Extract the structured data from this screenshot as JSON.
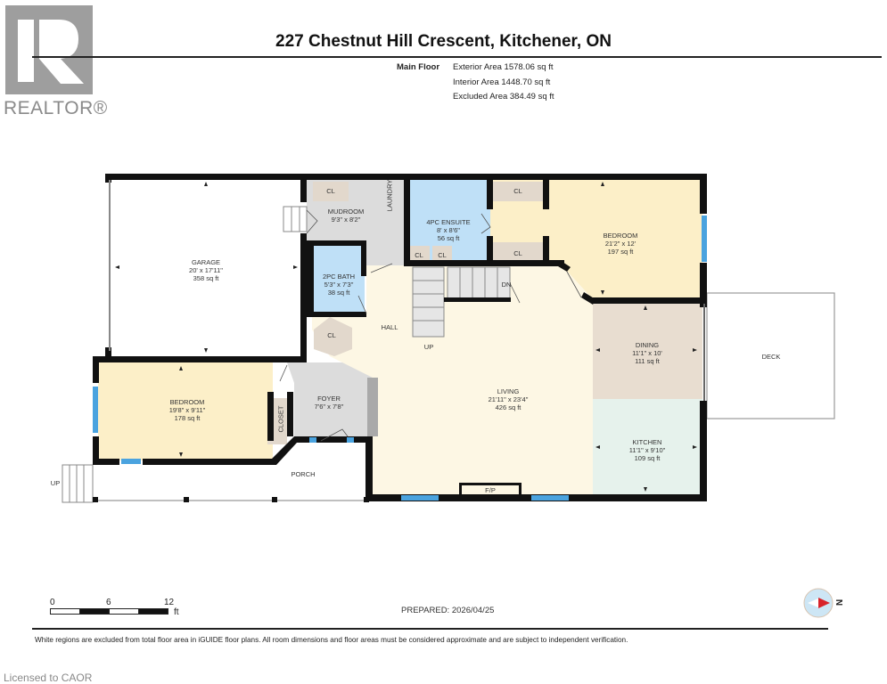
{
  "header": {
    "logo_text": "REALTOR®",
    "title": "227 Chestnut Hill Crescent, Kitchener, ON"
  },
  "areas": {
    "floor_label": "Main Floor",
    "exterior": "Exterior Area 1578.06 sq ft",
    "interior": "Interior Area 1448.70 sq ft",
    "excluded": "Excluded Area 384.49 sq ft"
  },
  "rooms": [
    {
      "name": "GARAGE",
      "dims": "20' x 17'11\"",
      "area": "358 sq ft"
    },
    {
      "name": "MUDROOM",
      "dims": "9'3\" x 8'2\"",
      "area": ""
    },
    {
      "name": "2PC BATH",
      "dims": "5'3\" x 7'3\"",
      "area": "38 sq ft"
    },
    {
      "name": "4PC ENSUITE",
      "dims": "8' x 8'6\"",
      "area": "56 sq ft"
    },
    {
      "name": "BEDROOM",
      "dims": "21'2\" x 12'",
      "area": "197 sq ft"
    },
    {
      "name": "BEDROOM",
      "dims": "19'8\" x 9'11\"",
      "area": "178 sq ft"
    },
    {
      "name": "FOYER",
      "dims": "7'6\" x 7'8\"",
      "area": ""
    },
    {
      "name": "LIVING",
      "dims": "21'11\" x 23'4\"",
      "area": "426 sq ft"
    },
    {
      "name": "DINING",
      "dims": "11'1\" x 10'",
      "area": "111 sq ft"
    },
    {
      "name": "KITCHEN",
      "dims": "11'1\" x 9'10\"",
      "area": "109 sq ft"
    }
  ],
  "labels": {
    "laundry": "LAUNDRY",
    "hall": "HALL",
    "up": "UP",
    "dn": "DN",
    "fp": "F/P",
    "deck": "DECK",
    "porch": "PORCH",
    "closet": "CLOSET",
    "cl": "CL",
    "porch_up": "UP"
  },
  "scale": {
    "ticks": [
      "0",
      "6",
      "12"
    ],
    "unit": "ft"
  },
  "prepared": "PREPARED: 2026/04/25",
  "compass_label": "N",
  "disclaimer": "White regions are excluded from total floor area in iGUIDE floor plans. All room dimensions and floor areas must be considered approximate and are subject to independent verification.",
  "license": "Licensed to CAOR",
  "colors": {
    "wall": "#111111",
    "bedroom": "#fcefc8",
    "living": "#fdf7e4",
    "bath": "#bfe0f7",
    "utility": "#dcdcdc",
    "closet": "#e2d8cc",
    "dining": "#e8ddd0",
    "kitchen": "#e6f2ec",
    "window": "#4aa3df"
  }
}
